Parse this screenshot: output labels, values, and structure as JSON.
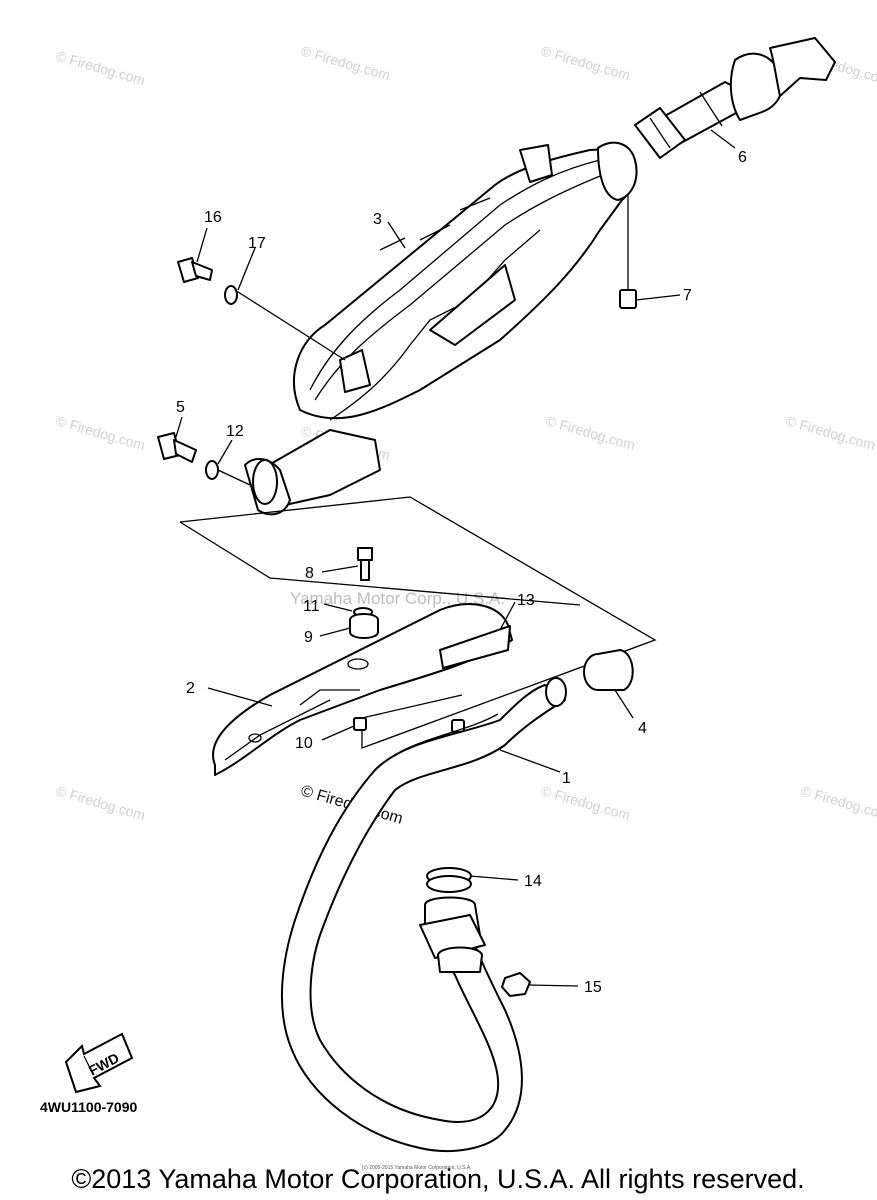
{
  "callouts": [
    "1",
    "2",
    "3",
    "4",
    "5",
    "6",
    "7",
    "8",
    "9",
    "10",
    "11",
    "12",
    "13",
    "14",
    "15",
    "16",
    "17"
  ],
  "watermark": {
    "text": "© Firedog.com",
    "center_text": "Yamaha Motor Corp., U.S.A.",
    "small_text": "(c) 2005-2015 Yamaha Motor Corporation, U.S.A."
  },
  "fwd_label": "FWD",
  "diagram_code": "4WU1100-7090",
  "copyright": "©2013 Yamaha Motor Corporation, U.S.A. All rights reserved."
}
